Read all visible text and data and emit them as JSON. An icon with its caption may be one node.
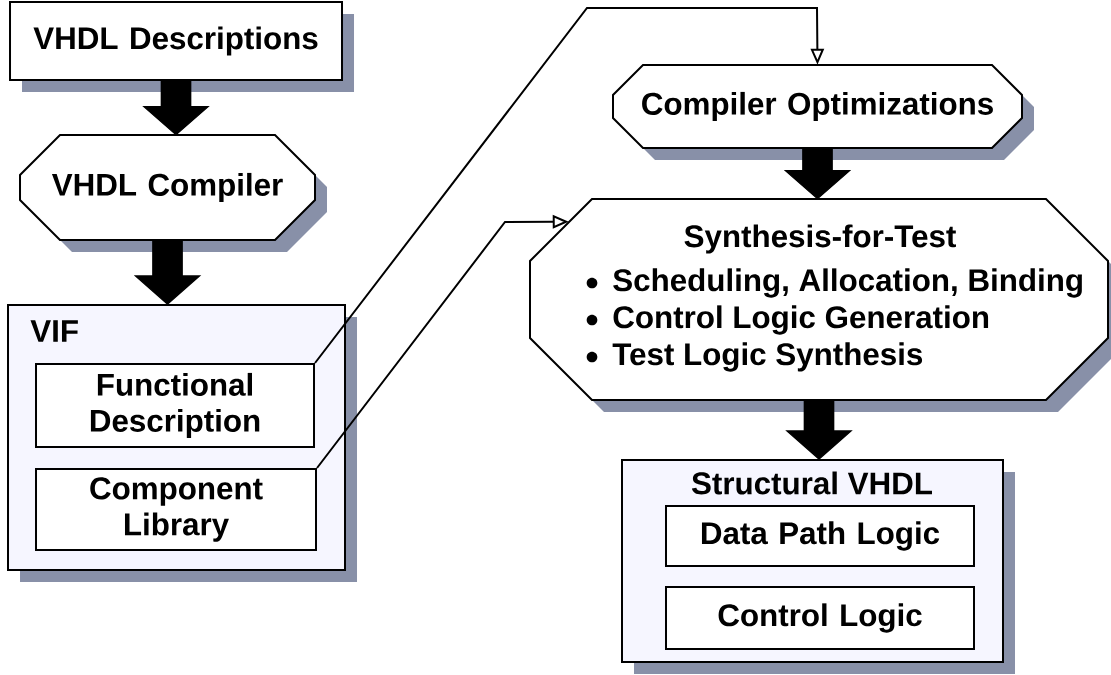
{
  "diagram": {
    "nodes": [
      {
        "text": [
          "VHDL Descriptions"
        ]
      },
      {
        "text": [
          "VHDL Compiler"
        ]
      },
      {
        "text": [
          "VIF"
        ]
      },
      {
        "text": [
          "Functional Description"
        ],
        "in": 2
      },
      {
        "text": [
          "Component Library"
        ],
        "in": 2
      },
      {
        "text": [
          "Compiler Optimizations"
        ]
      },
      {
        "text": [
          "Synthesis-for-Test",
          "Scheduling, Allocation, Binding",
          "Control Logic Generation",
          "Test Logic Synthesis"
        ]
      },
      {
        "text": [
          "Structural VHDL"
        ]
      },
      {
        "text": [
          "Data Path Logic"
        ],
        "in": 7
      },
      {
        "text": [
          "Control Logic"
        ],
        "in": 7
      }
    ],
    "edges": [
      {
        "from": 0,
        "to": 1,
        "arrow": "to",
        "style": "thick"
      },
      {
        "from": 1,
        "to": 2,
        "arrow": "to",
        "style": "thick"
      },
      {
        "from": 3,
        "to": 5,
        "arrow": "to"
      },
      {
        "from": 4,
        "to": 6,
        "arrow": "to"
      },
      {
        "from": 5,
        "to": 6,
        "arrow": "to",
        "style": "thick"
      },
      {
        "from": 6,
        "to": 7,
        "arrow": "to",
        "style": "thick"
      }
    ]
  }
}
